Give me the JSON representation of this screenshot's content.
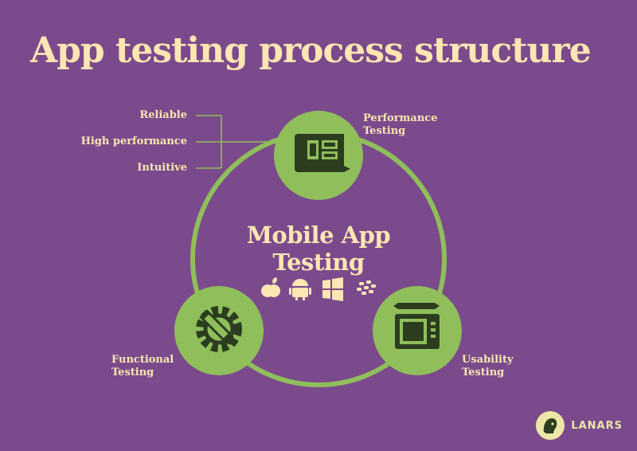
{
  "title": "App testing process structure",
  "center": {
    "line1": "Mobile App",
    "line2": "Testing"
  },
  "platform_icons": [
    "apple-icon",
    "android-icon",
    "windows-icon",
    "blackberry-icon"
  ],
  "nodes": {
    "performance": {
      "line1": "Performance",
      "line2": "Testing",
      "icon": "blueprint-icon"
    },
    "usability": {
      "line1": "Usability",
      "line2": "Testing",
      "icon": "tablet-icon"
    },
    "functional": {
      "line1": "Functional",
      "line2": "Testing",
      "icon": "gear-pencil-icon"
    }
  },
  "qualities": [
    "Reliable",
    "High performance",
    "Intuitive"
  ],
  "brand": {
    "name": "LANARS"
  },
  "colors": {
    "background": "#7b4a8c",
    "accent_green": "#8fbe5b",
    "icon_dark": "#2c3d1f",
    "text_cream": "#fce6b3"
  }
}
